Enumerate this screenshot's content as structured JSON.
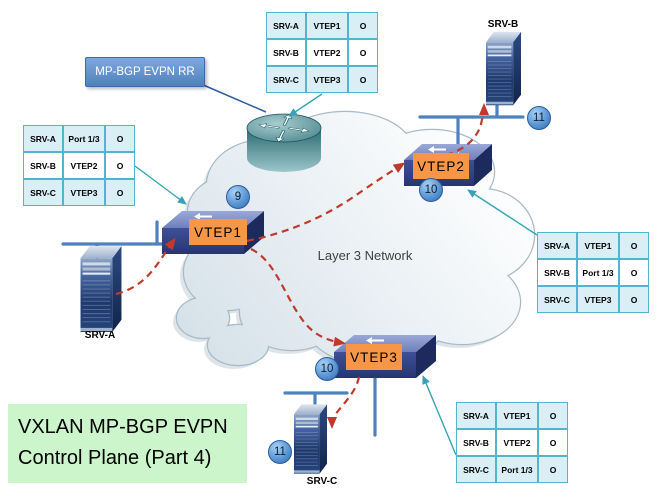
{
  "title_box": {
    "line1": "VXLAN MP-BGP EVPN",
    "line2": "Control Plane (Part 4)"
  },
  "rr": {
    "label": "MP-BGP EVPN RR"
  },
  "cloud": {
    "label": "Layer 3 Network"
  },
  "devices": {
    "vtep1": "VTEP1",
    "vtep2": "VTEP2",
    "vtep3": "VTEP3",
    "srv_a": "SRV-A",
    "srv_b": "SRV-B",
    "srv_c": "SRV-C"
  },
  "badges": {
    "step9": "9",
    "step10_vtep2": "10",
    "step11_srvb": "11",
    "step10_vtep3": "10",
    "step11_srvc": "11"
  },
  "tables": {
    "rr": {
      "rows": [
        [
          "SRV-A",
          "VTEP1",
          "O"
        ],
        [
          "SRV-B",
          "VTEP2",
          "O"
        ],
        [
          "SRV-C",
          "VTEP3",
          "O"
        ]
      ]
    },
    "vtep1": {
      "rows": [
        [
          "SRV-A",
          "Port 1/3",
          "O"
        ],
        [
          "SRV-B",
          "VTEP2",
          "O"
        ],
        [
          "SRV-C",
          "VTEP3",
          "O"
        ]
      ]
    },
    "vtep2": {
      "rows": [
        [
          "SRV-A",
          "VTEP1",
          "O"
        ],
        [
          "SRV-B",
          "Port 1/3",
          "O"
        ],
        [
          "SRV-C",
          "VTEP3",
          "O"
        ]
      ]
    },
    "vtep3": {
      "rows": [
        [
          "SRV-A",
          "VTEP1",
          "O"
        ],
        [
          "SRV-B",
          "VTEP2",
          "O"
        ],
        [
          "SRV-C",
          "Port 1/3",
          "O"
        ]
      ]
    }
  },
  "colors": {
    "table_border": "#52b5d0",
    "table_fill": "#d9eef5",
    "vtep_label": "#f79646",
    "rr_fill": "#4f81bd",
    "lan_line": "#4f81bd",
    "tunnel_arrow": "#c03a2b",
    "pointer_arrow": "#35a3b5",
    "badge_fill": "#5b97d5",
    "title_bg": "#ccf5cc"
  }
}
